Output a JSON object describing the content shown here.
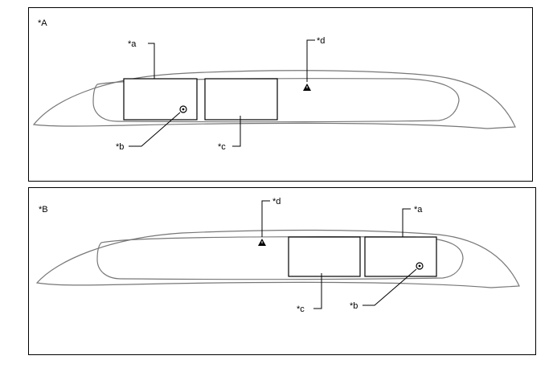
{
  "panels": [
    {
      "label": "*A",
      "callouts": {
        "a": "*a",
        "b": "*b",
        "c": "*c",
        "d": "*d"
      }
    },
    {
      "label": "*B",
      "callouts": {
        "a": "*a",
        "b": "*b",
        "c": "*c",
        "d": "*d"
      }
    }
  ],
  "icons": {
    "warning": "warning-triangle-icon",
    "sensor": "light-sensor-icon"
  }
}
